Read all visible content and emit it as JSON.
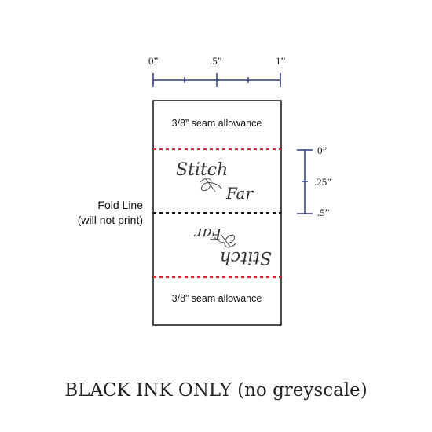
{
  "ruler_top": {
    "labels": [
      "0”",
      ".5”",
      "1”"
    ],
    "line_color": "#2d3a7a"
  },
  "ruler_side": {
    "labels": [
      "0”",
      ".25”",
      ".5”"
    ],
    "line_color": "#2d3a7a"
  },
  "label_card": {
    "top_text": "3/8” seam allowance",
    "bottom_text": "3/8” seam allowance",
    "seam_line_color": "#e0242a",
    "fold_line_color": "#111111",
    "logo_word_1": "Stitch",
    "logo_word_2": "Far"
  },
  "fold_note": {
    "line1": "Fold Line",
    "line2": "(will not print)"
  },
  "footer": {
    "text": "BLACK INK ONLY (no greyscale)"
  }
}
